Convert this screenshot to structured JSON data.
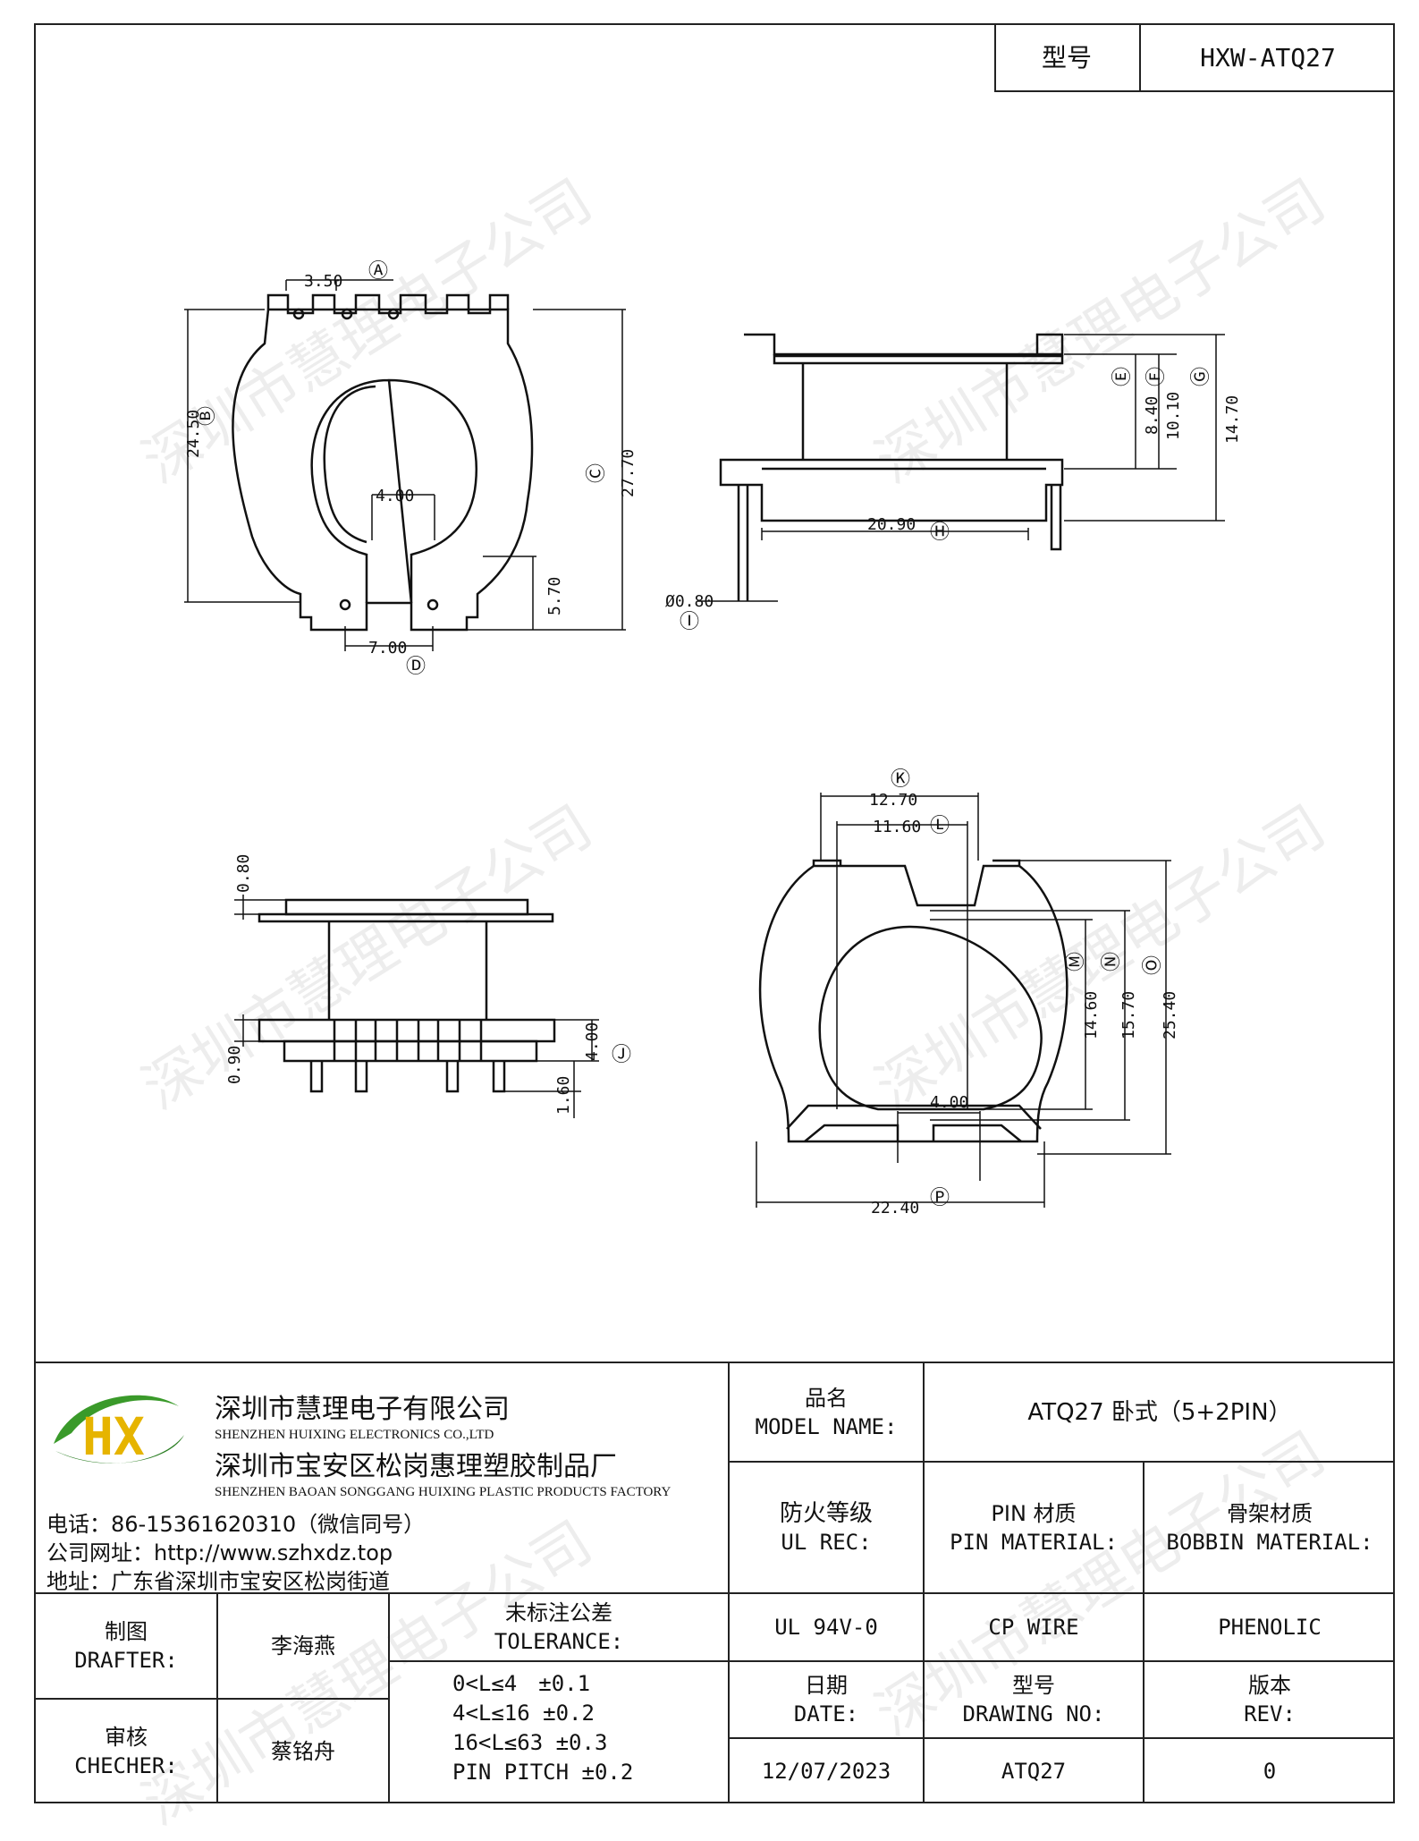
{
  "header": {
    "type_label": "型号",
    "type_value": "HXW-ATQ27"
  },
  "watermark": "深圳市慧理电子公司",
  "drawing": {
    "front": {
      "d1": "3.50",
      "m1": "Ⓐ",
      "d2": "24.50",
      "m2": "Ⓑ",
      "d3": "27.70",
      "m3": "Ⓒ",
      "d4": "4.00",
      "d5": "5.70",
      "d6": "7.00",
      "m6": "Ⓓ"
    },
    "side": {
      "d1": "8.40",
      "m1": "Ⓔ",
      "d2": "10.10",
      "m2": "Ⓕ",
      "d3": "14.70",
      "m3": "Ⓖ",
      "d4": "20.90",
      "m4": "Ⓗ",
      "d5": "Ø0.80",
      "m5": "Ⓘ"
    },
    "bottom_side": {
      "d1": "0.80",
      "d2": "0.90",
      "d3": "4.00",
      "m3": "Ⓙ",
      "d4": "1.60"
    },
    "top": {
      "m1": "Ⓚ",
      "d1": "12.70",
      "d2": "11.60",
      "m2": "Ⓛ",
      "d3": "14.60",
      "m3": "Ⓜ",
      "d4": "15.70",
      "m4": "Ⓝ",
      "d5": "25.40",
      "m5": "Ⓞ",
      "d6": "4.00",
      "d7": "22.40",
      "m7": "Ⓟ"
    }
  },
  "company": {
    "logo_text": "HX",
    "name_cn": "深圳市慧理电子有限公司",
    "name_en": "SHENZHEN HUIXING ELECTRONICS CO.,LTD",
    "factory_cn": "深圳市宝安区松岗惠理塑胶制品厂",
    "factory_en": "SHENZHEN BAOAN SONGGANG HUIXING PLASTIC PRODUCTS FACTORY",
    "phone": "电话：86-15361620310（微信同号）",
    "website": "公司网址：http://www.szhxdz.top",
    "address": "地址：广东省深圳市宝安区松岗街道"
  },
  "table": {
    "model_name_label_cn": "品名",
    "model_name_label_en": "MODEL NAME:",
    "model_name_value": "ATQ27 卧式（5+2PIN）",
    "ul_label_cn": "防火等级",
    "ul_label_en": "UL REC:",
    "pin_label_cn": "PIN 材质",
    "pin_label_en": "PIN MATERIAL:",
    "bobbin_label_cn": "骨架材质",
    "bobbin_label_en": "BOBBIN MATERIAL:",
    "ul_value": "UL 94V-0",
    "pin_value": "CP WIRE",
    "bobbin_value": "PHENOLIC",
    "drafter_label_cn": "制图",
    "drafter_label_en": "DRAFTER:",
    "drafter_name": "李海燕",
    "checker_label_cn": "审核",
    "checker_label_en": "CHECHER:",
    "checker_name": "蔡铭舟",
    "tolerance_label_cn": "未标注公差",
    "tolerance_label_en": "TOLERANCE:",
    "tolerance_lines": [
      "0<L≤4　±0.1",
      "4<L≤16 ±0.2",
      "16<L≤63 ±0.3",
      "PIN PITCH ±0.2"
    ],
    "date_label_cn": "日期",
    "date_label_en": "DATE:",
    "drawing_no_label_cn": "型号",
    "drawing_no_label_en": "DRAWING NO:",
    "rev_label_cn": "版本",
    "rev_label_en": "REV:",
    "date_value": "12/07/2023",
    "drawing_no_value": "ATQ27",
    "rev_value": "0"
  }
}
